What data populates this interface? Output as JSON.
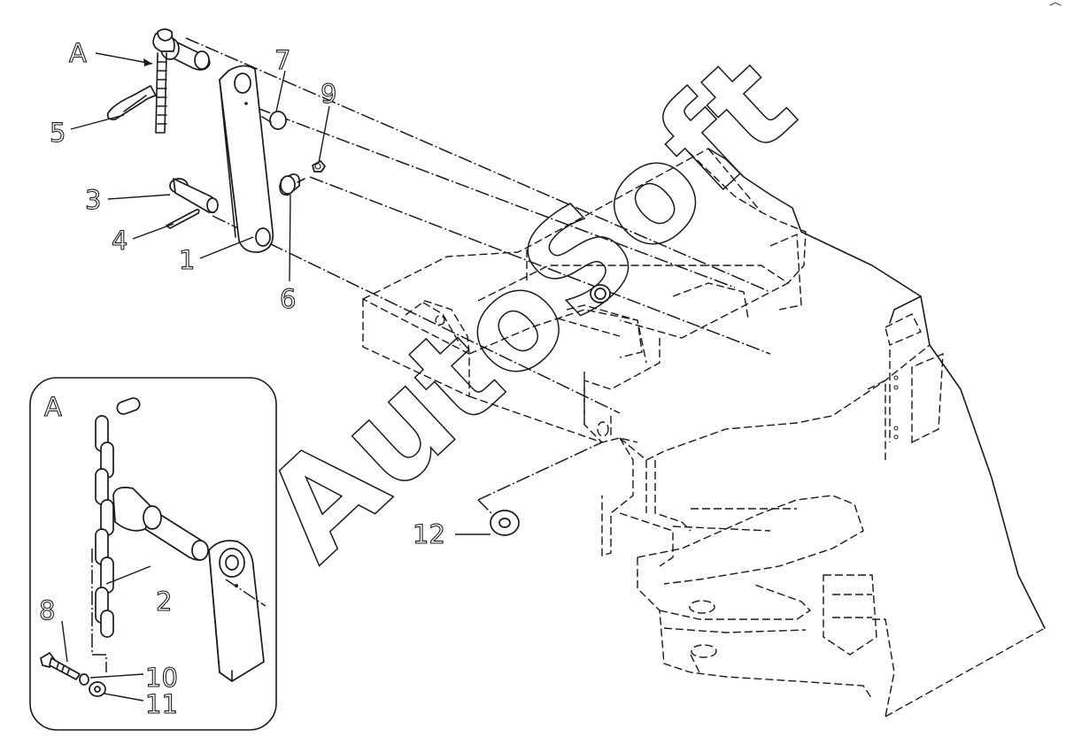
{
  "callouts": {
    "A": "A",
    "n1": "1",
    "n2": "2",
    "n3": "3",
    "n4": "4",
    "n5": "5",
    "n6": "6",
    "n7": "7",
    "n8": "8",
    "n9": "9",
    "n10": "10",
    "n11": "11",
    "n12": "12"
  },
  "inset": {
    "label": "A"
  },
  "watermark": "AutoSoft"
}
